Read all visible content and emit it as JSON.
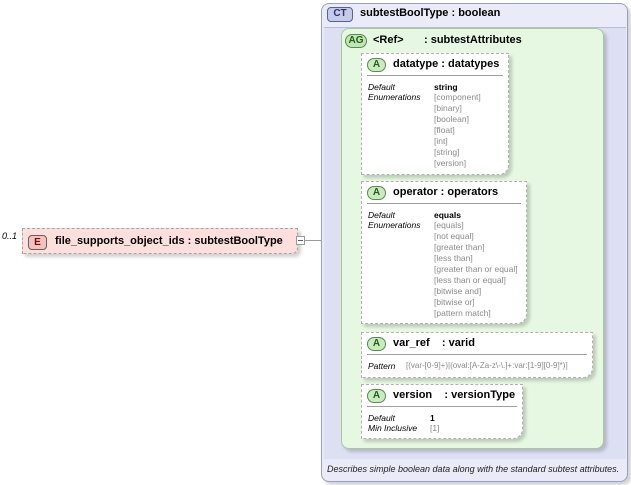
{
  "element": {
    "multiplicity": "0..1",
    "badge": "E",
    "label": "file_supports_object_ids : subtestBoolType"
  },
  "complex_type": {
    "badge": "CT",
    "label": "subtestBoolType : boolean",
    "description": "Describes simple boolean data along with the standard subtest attributes."
  },
  "attribute_group": {
    "badge": "AG",
    "ref": "<Ref>",
    "name": ": subtestAttributes"
  },
  "attributes": [
    {
      "badge": "A",
      "name": "datatype : datatypes",
      "props": [
        {
          "label": "Default",
          "value": "string"
        },
        {
          "label": "Enumerations",
          "values": [
            "[component]",
            "[binary]",
            "[boolean]",
            "[float]",
            "[int]",
            "[string]",
            "[version]"
          ]
        }
      ]
    },
    {
      "badge": "A",
      "name": "operator : operators",
      "props": [
        {
          "label": "Default",
          "value": "equals"
        },
        {
          "label": "Enumerations",
          "values": [
            "[equals]",
            "[not equal]",
            "[greater than]",
            "[less than]",
            "[greater than or equal]",
            "[less than or equal]",
            "[bitwise and]",
            "[bitwise or]",
            "[pattern match]"
          ]
        }
      ]
    },
    {
      "badge": "A",
      "name": "var_ref    : varid",
      "props": [
        {
          "label": "Pattern",
          "value": "[(var-[0-9]+)|(oval:[A-Za-z\\-\\.]+:var:[1-9][0-9]*)]"
        }
      ]
    },
    {
      "badge": "A",
      "name": "version    : versionType",
      "props": [
        {
          "label": "Default",
          "value": "1"
        },
        {
          "label": "Min Inclusive",
          "value": "[1]"
        }
      ]
    }
  ]
}
